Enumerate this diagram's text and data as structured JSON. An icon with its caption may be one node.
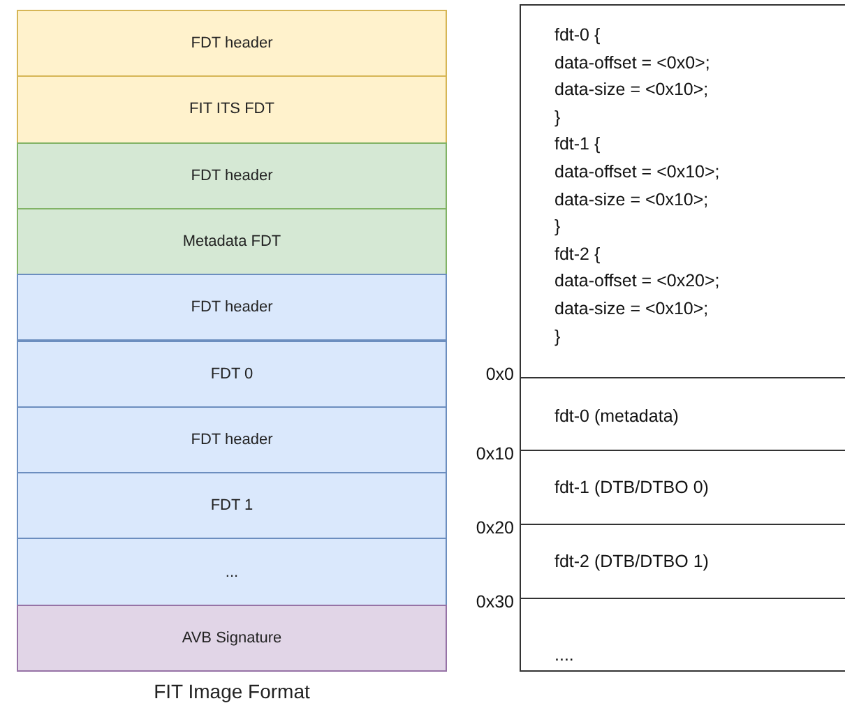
{
  "diagram": {
    "caption": "FIT Image Format",
    "nodes": [
      {
        "text": [
          "FDT header"
        ]
      },
      {
        "text": [
          "FIT ITS FDT"
        ]
      },
      {
        "text": [
          "FDT header"
        ]
      },
      {
        "text": [
          "Metadata FDT"
        ]
      },
      {
        "text": [
          "FDT header"
        ]
      },
      {
        "text": [
          "FDT 0"
        ]
      },
      {
        "text": [
          "FDT header"
        ]
      },
      {
        "text": [
          "FDT 1"
        ]
      },
      {
        "text": [
          "..."
        ]
      },
      {
        "text": [
          "AVB Signature"
        ]
      },
      {
        "text": [
          "fdt-0 {",
          "data-offset = <0x0>;",
          "data-size = <0x10>;",
          "}",
          "fdt-1 {",
          "data-offset = <0x10>;",
          "data-size = <0x10>;",
          "}",
          "fdt-2 {",
          "data-offset = <0x20>;",
          "data-size = <0x10>;",
          "}"
        ]
      },
      {
        "text": [
          "fdt-0  (metadata)"
        ]
      },
      {
        "text": [
          "fdt-1  (DTB/DTBO 0)"
        ]
      },
      {
        "text": [
          "fdt-2  (DTB/DTBO 1)"
        ]
      },
      {
        "text": [
          "...."
        ]
      }
    ],
    "labels": [
      "0x0",
      "0x10",
      "0x20",
      "0x30"
    ]
  }
}
